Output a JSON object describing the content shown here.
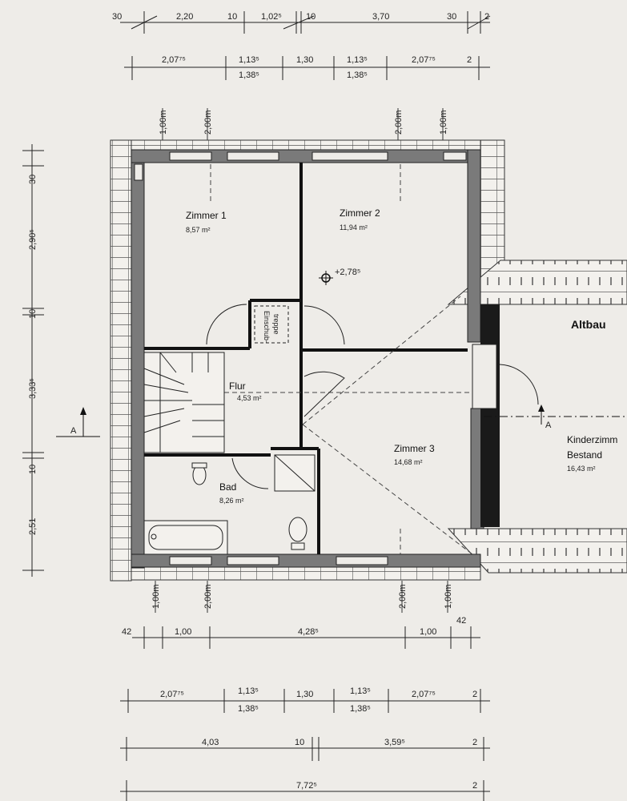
{
  "rooms": {
    "zimmer1": {
      "name": "Zimmer 1",
      "area": "8,57 m²"
    },
    "zimmer2": {
      "name": "Zimmer 2",
      "area": "11,94 m²"
    },
    "flur": {
      "name": "Flur",
      "area": "4,53 m²"
    },
    "bad": {
      "name": "Bad",
      "area": "8,26 m²"
    },
    "zimmer3": {
      "name": "Zimmer 3",
      "area": "14,68 m²"
    },
    "kinder": {
      "name": "Kinderzimm",
      "sub": "Bestand",
      "area": "16,43 m²"
    }
  },
  "labels": {
    "altbau": "Altbau",
    "level": "+2,78⁵",
    "einschub_1": "Einschub-",
    "einschub_2": "treppe",
    "section_a_left": "A",
    "section_a_right": "A"
  },
  "dims": {
    "top1": [
      "30",
      "2,20",
      "10",
      "1,02⁵",
      "10",
      "3,70",
      "30",
      "2"
    ],
    "top2a": [
      "2,07⁷⁵",
      "1,13⁵",
      "1,30",
      "1,13⁵",
      "2,07⁷⁵",
      "2"
    ],
    "top2b": [
      "1,38⁵",
      "1,38⁵"
    ],
    "topv": [
      "1,00m",
      "2,00m",
      "2,00m",
      "1,00m"
    ],
    "left": [
      "30",
      "2,90⁵",
      "10",
      "3,33⁵",
      "10",
      "2,51"
    ],
    "botv": [
      "1,00m",
      "2,00m",
      "2,00m",
      "1,00m"
    ],
    "bot1": [
      "42",
      "1,00",
      "4,28⁵",
      "1,00",
      "42"
    ],
    "bot2a": [
      "2,07⁷⁵",
      "1,13⁵",
      "1,30",
      "1,13⁵",
      "2,07⁷⁵",
      "2"
    ],
    "bot2b": [
      "1,38⁵",
      "1,38⁵"
    ],
    "bot3": [
      "4,03",
      "10",
      "3,59⁵",
      "2"
    ],
    "bot4": [
      "7,72⁵",
      "2"
    ]
  }
}
